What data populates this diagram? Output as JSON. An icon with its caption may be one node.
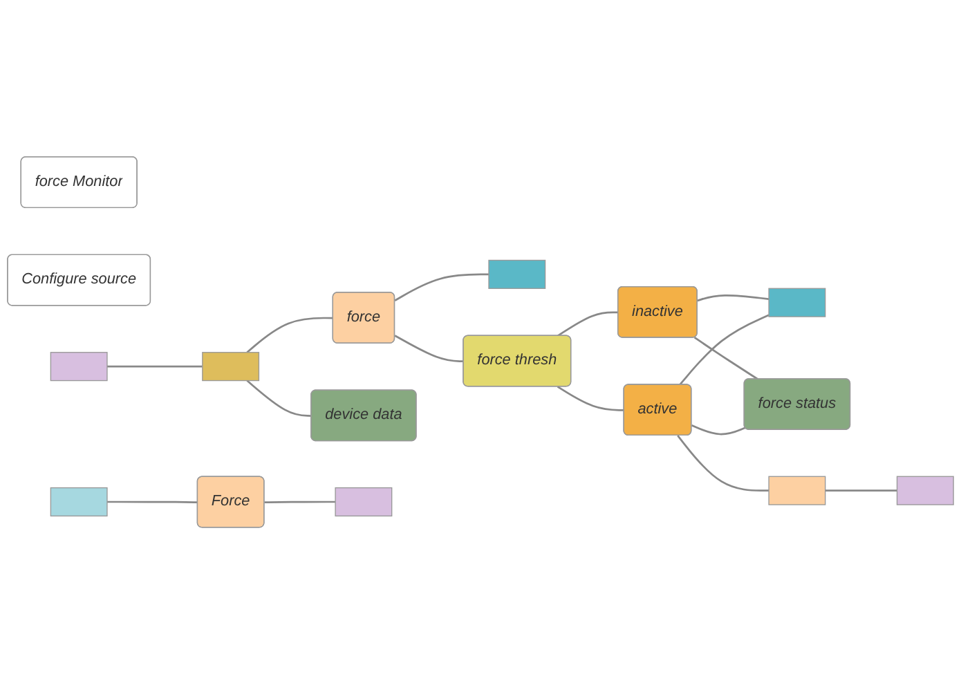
{
  "diagram": {
    "nodes": [
      {
        "text": [
          "force Monitor"
        ]
      },
      {
        "text": [
          "Configure source"
        ]
      },
      {
        "text": [],
        "shape": "box"
      },
      {
        "text": [],
        "shape": "box"
      },
      {
        "text": [
          "force"
        ]
      },
      {
        "text": [
          "force thresh"
        ]
      },
      {
        "text": [
          "inactive"
        ]
      },
      {
        "text": [
          "force status"
        ]
      },
      {
        "text": [
          "active"
        ]
      },
      {
        "text": [],
        "shape": "box"
      },
      {
        "text": [],
        "shape": "box"
      },
      {
        "text": [
          "device data"
        ]
      },
      {
        "text": [],
        "shape": "box"
      },
      {
        "text": [],
        "shape": "box"
      },
      {
        "text": [],
        "shape": "box"
      },
      {
        "text": [
          "Force"
        ]
      },
      {
        "text": [],
        "shape": "box"
      }
    ],
    "edges": [
      {
        "from": 9,
        "to": 10,
        "arrow": "none"
      },
      {
        "from": 10,
        "to": 4,
        "arrow": "none"
      },
      {
        "from": 10,
        "to": 11,
        "arrow": "none"
      },
      {
        "from": 4,
        "to": 2,
        "arrow": "none"
      },
      {
        "from": 4,
        "to": 5,
        "arrow": "none"
      },
      {
        "from": 5,
        "to": 6,
        "arrow": "none"
      },
      {
        "from": 5,
        "to": 8,
        "arrow": "none"
      },
      {
        "from": 6,
        "to": 3,
        "arrow": "none"
      },
      {
        "from": 6,
        "to": 7,
        "arrow": "none"
      },
      {
        "from": 8,
        "to": 3,
        "arrow": "none"
      },
      {
        "from": 8,
        "to": 7,
        "arrow": "none"
      },
      {
        "from": 8,
        "to": 12,
        "arrow": "none"
      },
      {
        "from": 12,
        "to": 13,
        "arrow": "none"
      },
      {
        "from": 14,
        "to": 15,
        "arrow": "none"
      },
      {
        "from": 15,
        "to": 16,
        "arrow": "none"
      }
    ]
  }
}
